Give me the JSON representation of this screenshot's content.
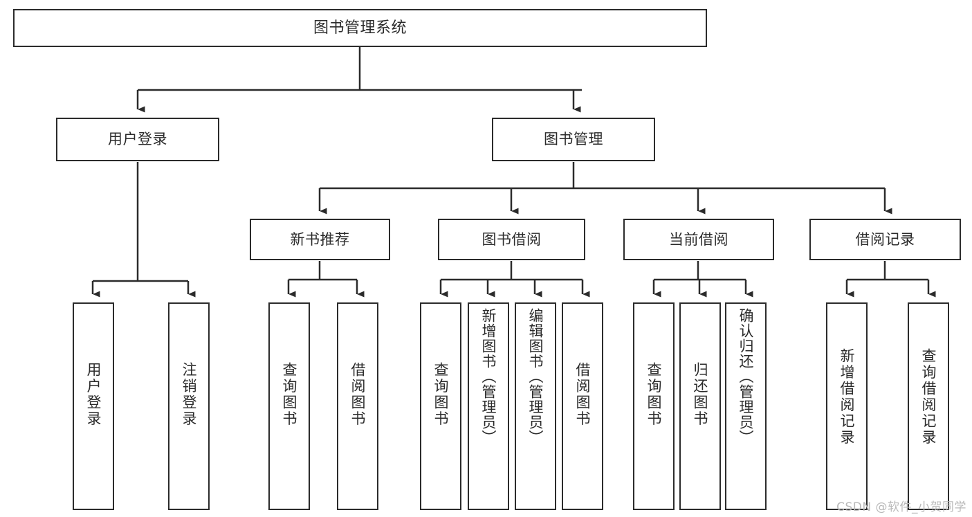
{
  "title": "图书管理系统",
  "watermark": "CSDN @软件_小贺同学",
  "diagram": {
    "type": "tree-hierarchy-chart",
    "orientation": "top-down",
    "edge_color": "#2b2b2b",
    "node_border_color": "#2b2b2b",
    "node_fill_color": "#ffffff",
    "text_color": "#2b2b2b"
  },
  "nodes": {
    "root": {
      "label": "图书管理系统",
      "level": 0
    },
    "l1": [
      {
        "id": "user-login",
        "label": "用户登录",
        "level": 1
      },
      {
        "id": "book-manage",
        "label": "图书管理",
        "level": 1
      }
    ],
    "l2": [
      {
        "id": "new-book-recommend",
        "label": "新书推荐",
        "level": 2,
        "parent": "book-manage"
      },
      {
        "id": "book-borrow",
        "label": "图书借阅",
        "level": 2,
        "parent": "book-manage"
      },
      {
        "id": "current-borrow",
        "label": "当前借阅",
        "level": 2,
        "parent": "book-manage"
      },
      {
        "id": "borrow-record",
        "label": "借阅记录",
        "level": 2,
        "parent": "book-manage"
      }
    ],
    "leaves": [
      {
        "id": "leaf-user-login",
        "label": "用户登录",
        "parent": "user-login"
      },
      {
        "id": "leaf-logout-login",
        "label": "注销登录",
        "parent": "user-login"
      },
      {
        "id": "leaf-query-book-rec",
        "label": "查询图书",
        "parent": "new-book-recommend"
      },
      {
        "id": "leaf-borrow-book-rec",
        "label": "借阅图书",
        "parent": "new-book-recommend"
      },
      {
        "id": "leaf-query-book-borrow",
        "label": "查询图书",
        "parent": "book-borrow"
      },
      {
        "id": "leaf-add-book",
        "label": "新增图书（管理员）",
        "parent": "book-borrow"
      },
      {
        "id": "leaf-edit-book",
        "label": "编辑图书（管理员）",
        "parent": "book-borrow"
      },
      {
        "id": "leaf-borrow-book",
        "label": "借阅图书",
        "parent": "book-borrow"
      },
      {
        "id": "leaf-query-book-cur",
        "label": "查询图书",
        "parent": "current-borrow"
      },
      {
        "id": "leaf-return-book",
        "label": "归还图书",
        "parent": "current-borrow"
      },
      {
        "id": "leaf-confirm-return",
        "label": "确认归还（管理员）",
        "parent": "current-borrow"
      },
      {
        "id": "leaf-add-record",
        "label": "新增借阅记录",
        "parent": "borrow-record"
      },
      {
        "id": "leaf-query-record",
        "label": "查询借阅记录",
        "parent": "borrow-record"
      }
    ]
  }
}
